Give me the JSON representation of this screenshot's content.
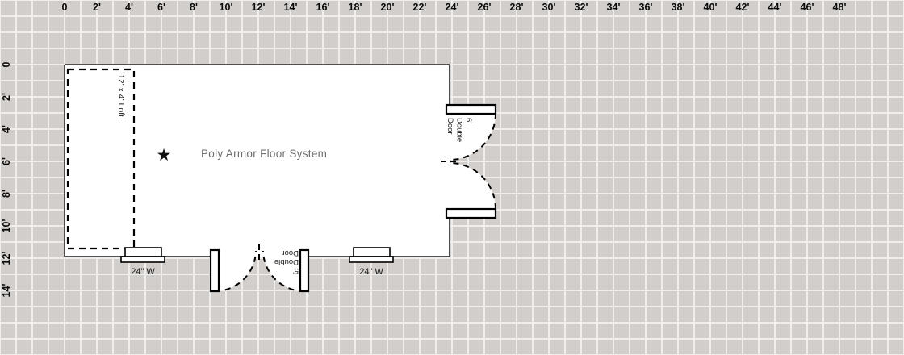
{
  "rulers": {
    "top": {
      "labels": [
        "0",
        "2'",
        "4'",
        "6'",
        "8'",
        "10'",
        "12'",
        "14'",
        "16'",
        "18'",
        "20'",
        "22'",
        "24'",
        "26'",
        "28'",
        "30'",
        "32'",
        "34'",
        "36'",
        "38'",
        "40'",
        "42'",
        "44'",
        "46'",
        "48'"
      ]
    },
    "left": {
      "labels": [
        "0",
        "2'",
        "4'",
        "6'",
        "8'",
        "10'",
        "12'",
        "14'"
      ]
    }
  },
  "plan": {
    "loft": {
      "label": "12' x 4' Loft"
    },
    "floor": {
      "label": "Poly Armor Floor System"
    },
    "star_icon": "★",
    "right_door": {
      "label": "6' Double Door",
      "lines": [
        "6'",
        "Double",
        "Door"
      ]
    },
    "bottom_door": {
      "label": "5' Double Door",
      "lines": [
        "5'",
        "Double",
        "Door"
      ]
    },
    "windows": [
      {
        "label": "24\" W"
      },
      {
        "label": "24\" W"
      }
    ]
  },
  "colors": {
    "grid_cell": "#d1cecb",
    "grid_line": "#efeeec",
    "wall": "#3a3a3a",
    "feature_outline": "#000000",
    "label_text": "#1a1a1a",
    "floor_label_text": "#6f6f6f",
    "ruler_text": "#0a0a0a"
  }
}
